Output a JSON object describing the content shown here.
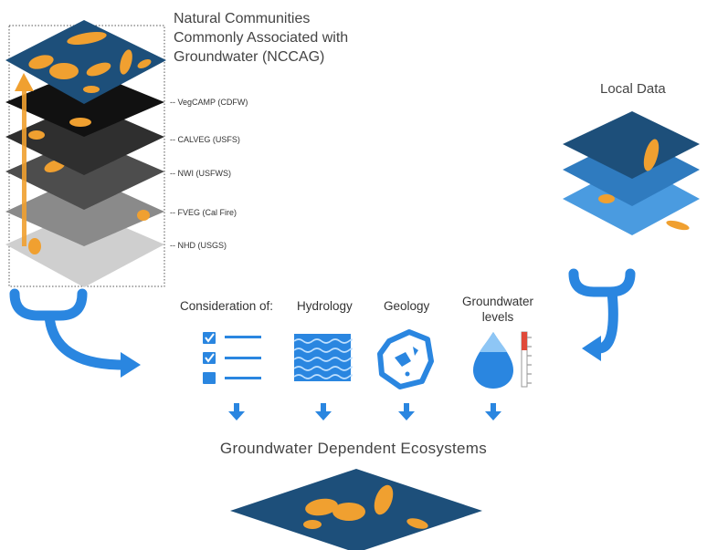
{
  "title": {
    "line1": "Natural Communities",
    "line2": "Commonly Associated with",
    "line3": "Groundwater (NCCAG)"
  },
  "layers": [
    {
      "label": "VegCAMP (CDFW)"
    },
    {
      "label": "CALVEG (USFS)"
    },
    {
      "label": "NWI (USFWS)"
    },
    {
      "label": "FVEG (Cal Fire)"
    },
    {
      "label": "NHD (USGS)"
    }
  ],
  "local_data": {
    "label": "Local Data"
  },
  "consideration": {
    "label": "Consideration of:",
    "items": [
      {
        "label": "Hydrology",
        "icon": "water-waves-icon"
      },
      {
        "label": "Geology",
        "icon": "rock-icon"
      },
      {
        "label_line1": "Groundwater",
        "label_line2": "levels",
        "icon": "water-drop-gauge-icon"
      }
    ]
  },
  "output": {
    "label": "Groundwater Dependent Ecosystems"
  },
  "colors": {
    "dark_blue": "#1d4f7a",
    "mid_blue": "#2f7bbf",
    "light_blue": "#4a9be0",
    "arrow_blue": "#2a86e0",
    "orange": "#f0a030",
    "black_layer": "#111111",
    "dark_gray": "#2f2f2f",
    "gray": "#4d4d4d",
    "light_gray": "#8a8a8a",
    "pale_gray": "#cfcfcf"
  }
}
